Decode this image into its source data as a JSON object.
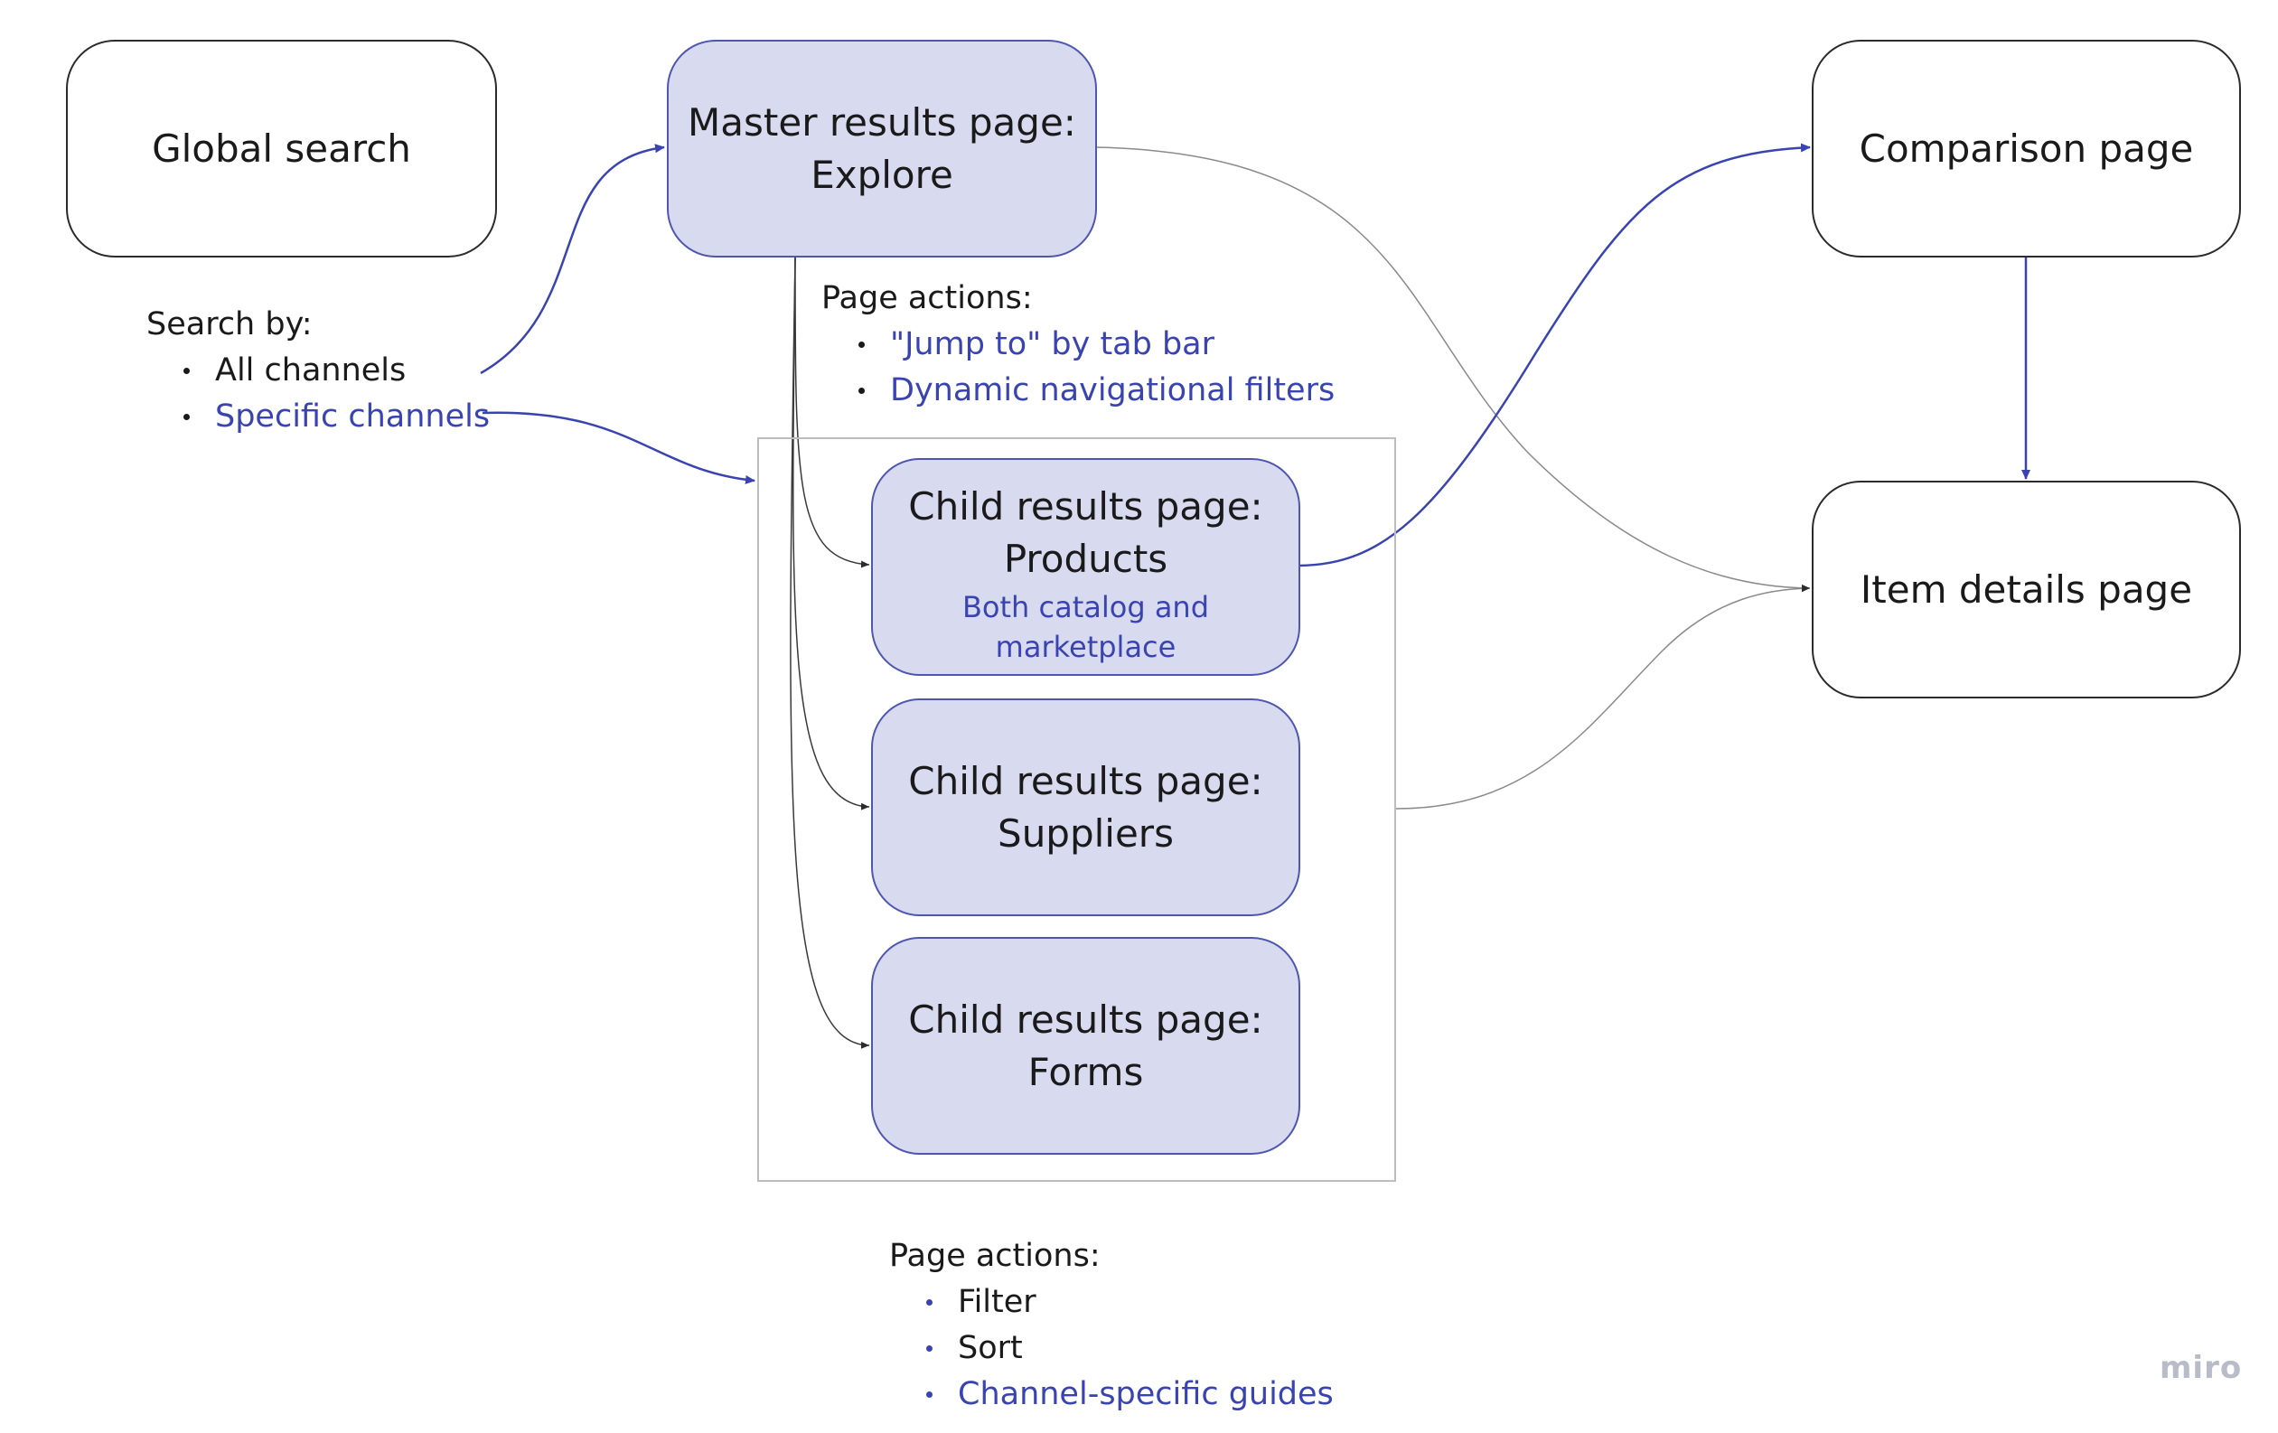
{
  "nodes": {
    "global_search": "Global search",
    "master": {
      "line1": "Master results page:",
      "line2": "Explore"
    },
    "comparison": "Comparison page",
    "item_details": "Item details page",
    "child_products": {
      "line1": "Child results page:",
      "line2": "Products",
      "note": "Both catalog and marketplace"
    },
    "child_suppliers": {
      "line1": "Child results page:",
      "line2": "Suppliers"
    },
    "child_forms": {
      "line1": "Child results page:",
      "line2": "Forms"
    }
  },
  "search_by": {
    "title": "Search by:",
    "items": [
      "All channels",
      "Specific channels"
    ]
  },
  "master_actions": {
    "title": "Page actions:",
    "items": [
      "\"Jump to\" by tab bar",
      "Dynamic navigational filters"
    ]
  },
  "child_actions": {
    "title": "Page actions:",
    "items": [
      "Filter",
      "Sort",
      "Channel-specific guides"
    ]
  },
  "watermark": "miro",
  "colors": {
    "accent": "#3a44b0",
    "node_fill": "#d8daf0",
    "node_border": "#4e56b0",
    "gray_edge": "#8a8a8a"
  }
}
